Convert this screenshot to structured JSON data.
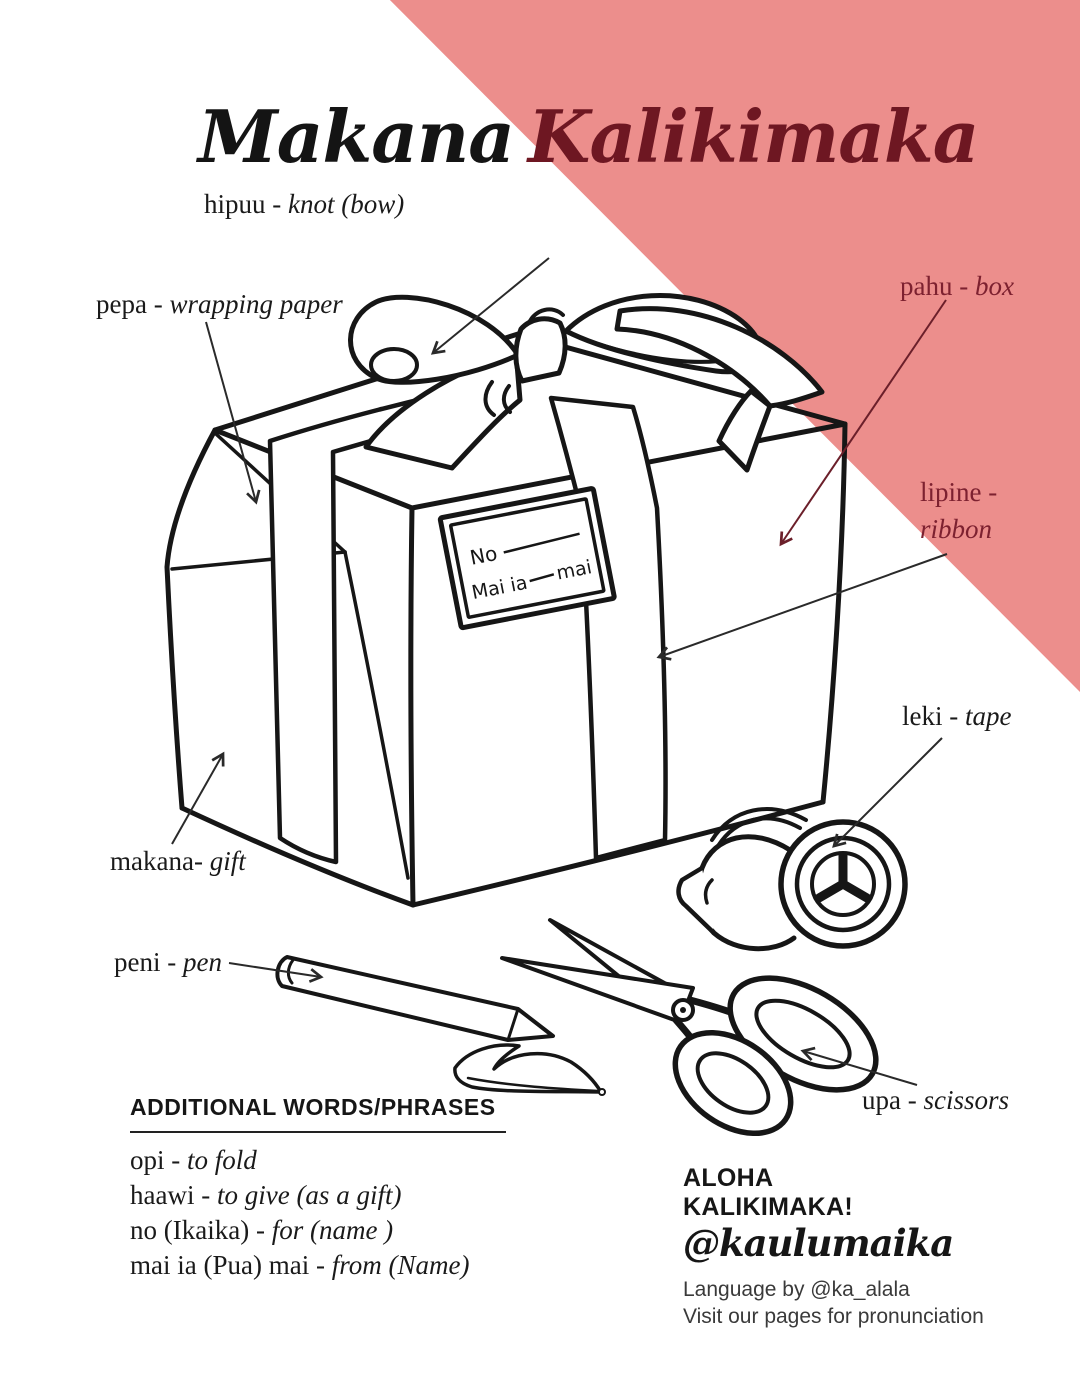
{
  "page": {
    "background": "#ffffff",
    "accent_triangle_color": "#ec8e8c",
    "ink_color": "#1a1a1a",
    "maroon_title_color": "#6e1722",
    "maroon_label_color": "#7d2130"
  },
  "title": {
    "word1": "Makana",
    "word2": "Kalikimaka"
  },
  "labels": {
    "hipuu": {
      "word": "hipuu",
      "dash": " - ",
      "meaning": "knot (bow)"
    },
    "pepa": {
      "word": "pepa",
      "dash": " - ",
      "meaning": "wrapping paper"
    },
    "pahu": {
      "word": "pahu",
      "dash": " - ",
      "meaning": "box"
    },
    "lipine": {
      "word": "lipine -",
      "meaning": "ribbon"
    },
    "leki": {
      "word": "leki",
      "dash": " - ",
      "meaning": "tape"
    },
    "makana": {
      "word": "makana-",
      "dash": " ",
      "meaning": "gift"
    },
    "peni": {
      "word": "peni",
      "dash": " - ",
      "meaning": "pen"
    },
    "upa": {
      "word": "upa",
      "dash": " - ",
      "meaning": "scissors"
    }
  },
  "gift_tag": {
    "line1": "No",
    "line2_prefix": "Mai ia",
    "line2_suffix": "mai"
  },
  "additional": {
    "heading": "ADDITIONAL WORDS/PHRASES",
    "items": [
      {
        "word": "opi",
        "dash": " - ",
        "meaning": "to fold"
      },
      {
        "word": "haawi",
        "dash": " - ",
        "meaning": "to give (as a gift)"
      },
      {
        "word": "no (Ikaika)",
        "dash": " - ",
        "meaning": "for (name )"
      },
      {
        "word": "mai ia (Pua) mai",
        "dash": " - ",
        "meaning": "from (Name)"
      }
    ]
  },
  "footer": {
    "line1": "ALOHA",
    "line2": "KALIKIMAKA!",
    "handle": "@kaulumaika",
    "credit": "Language by @ka_alala",
    "note": "Visit our pages for pronunciation"
  }
}
